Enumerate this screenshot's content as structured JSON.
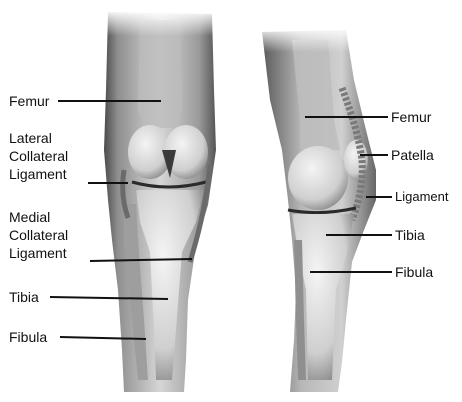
{
  "colors": {
    "background": "#ffffff",
    "skin": "#c9c9c9",
    "bone": "#e6e6e6",
    "shadow": "#5a5a5a",
    "leader": "#111111"
  },
  "front_view": {
    "femur": "Femur",
    "lateral_collateral_ligament": [
      "Lateral",
      "Collateral",
      "Ligament"
    ],
    "medial_collateral_ligament": [
      "Medial",
      "Collateral",
      "Ligament"
    ],
    "tibia": "Tibia",
    "fibula": "Fibula"
  },
  "side_view": {
    "femur": "Femur",
    "patella": "Patella",
    "ligament": "Ligament",
    "tibia": "Tibia",
    "fibula": "Fibula"
  }
}
